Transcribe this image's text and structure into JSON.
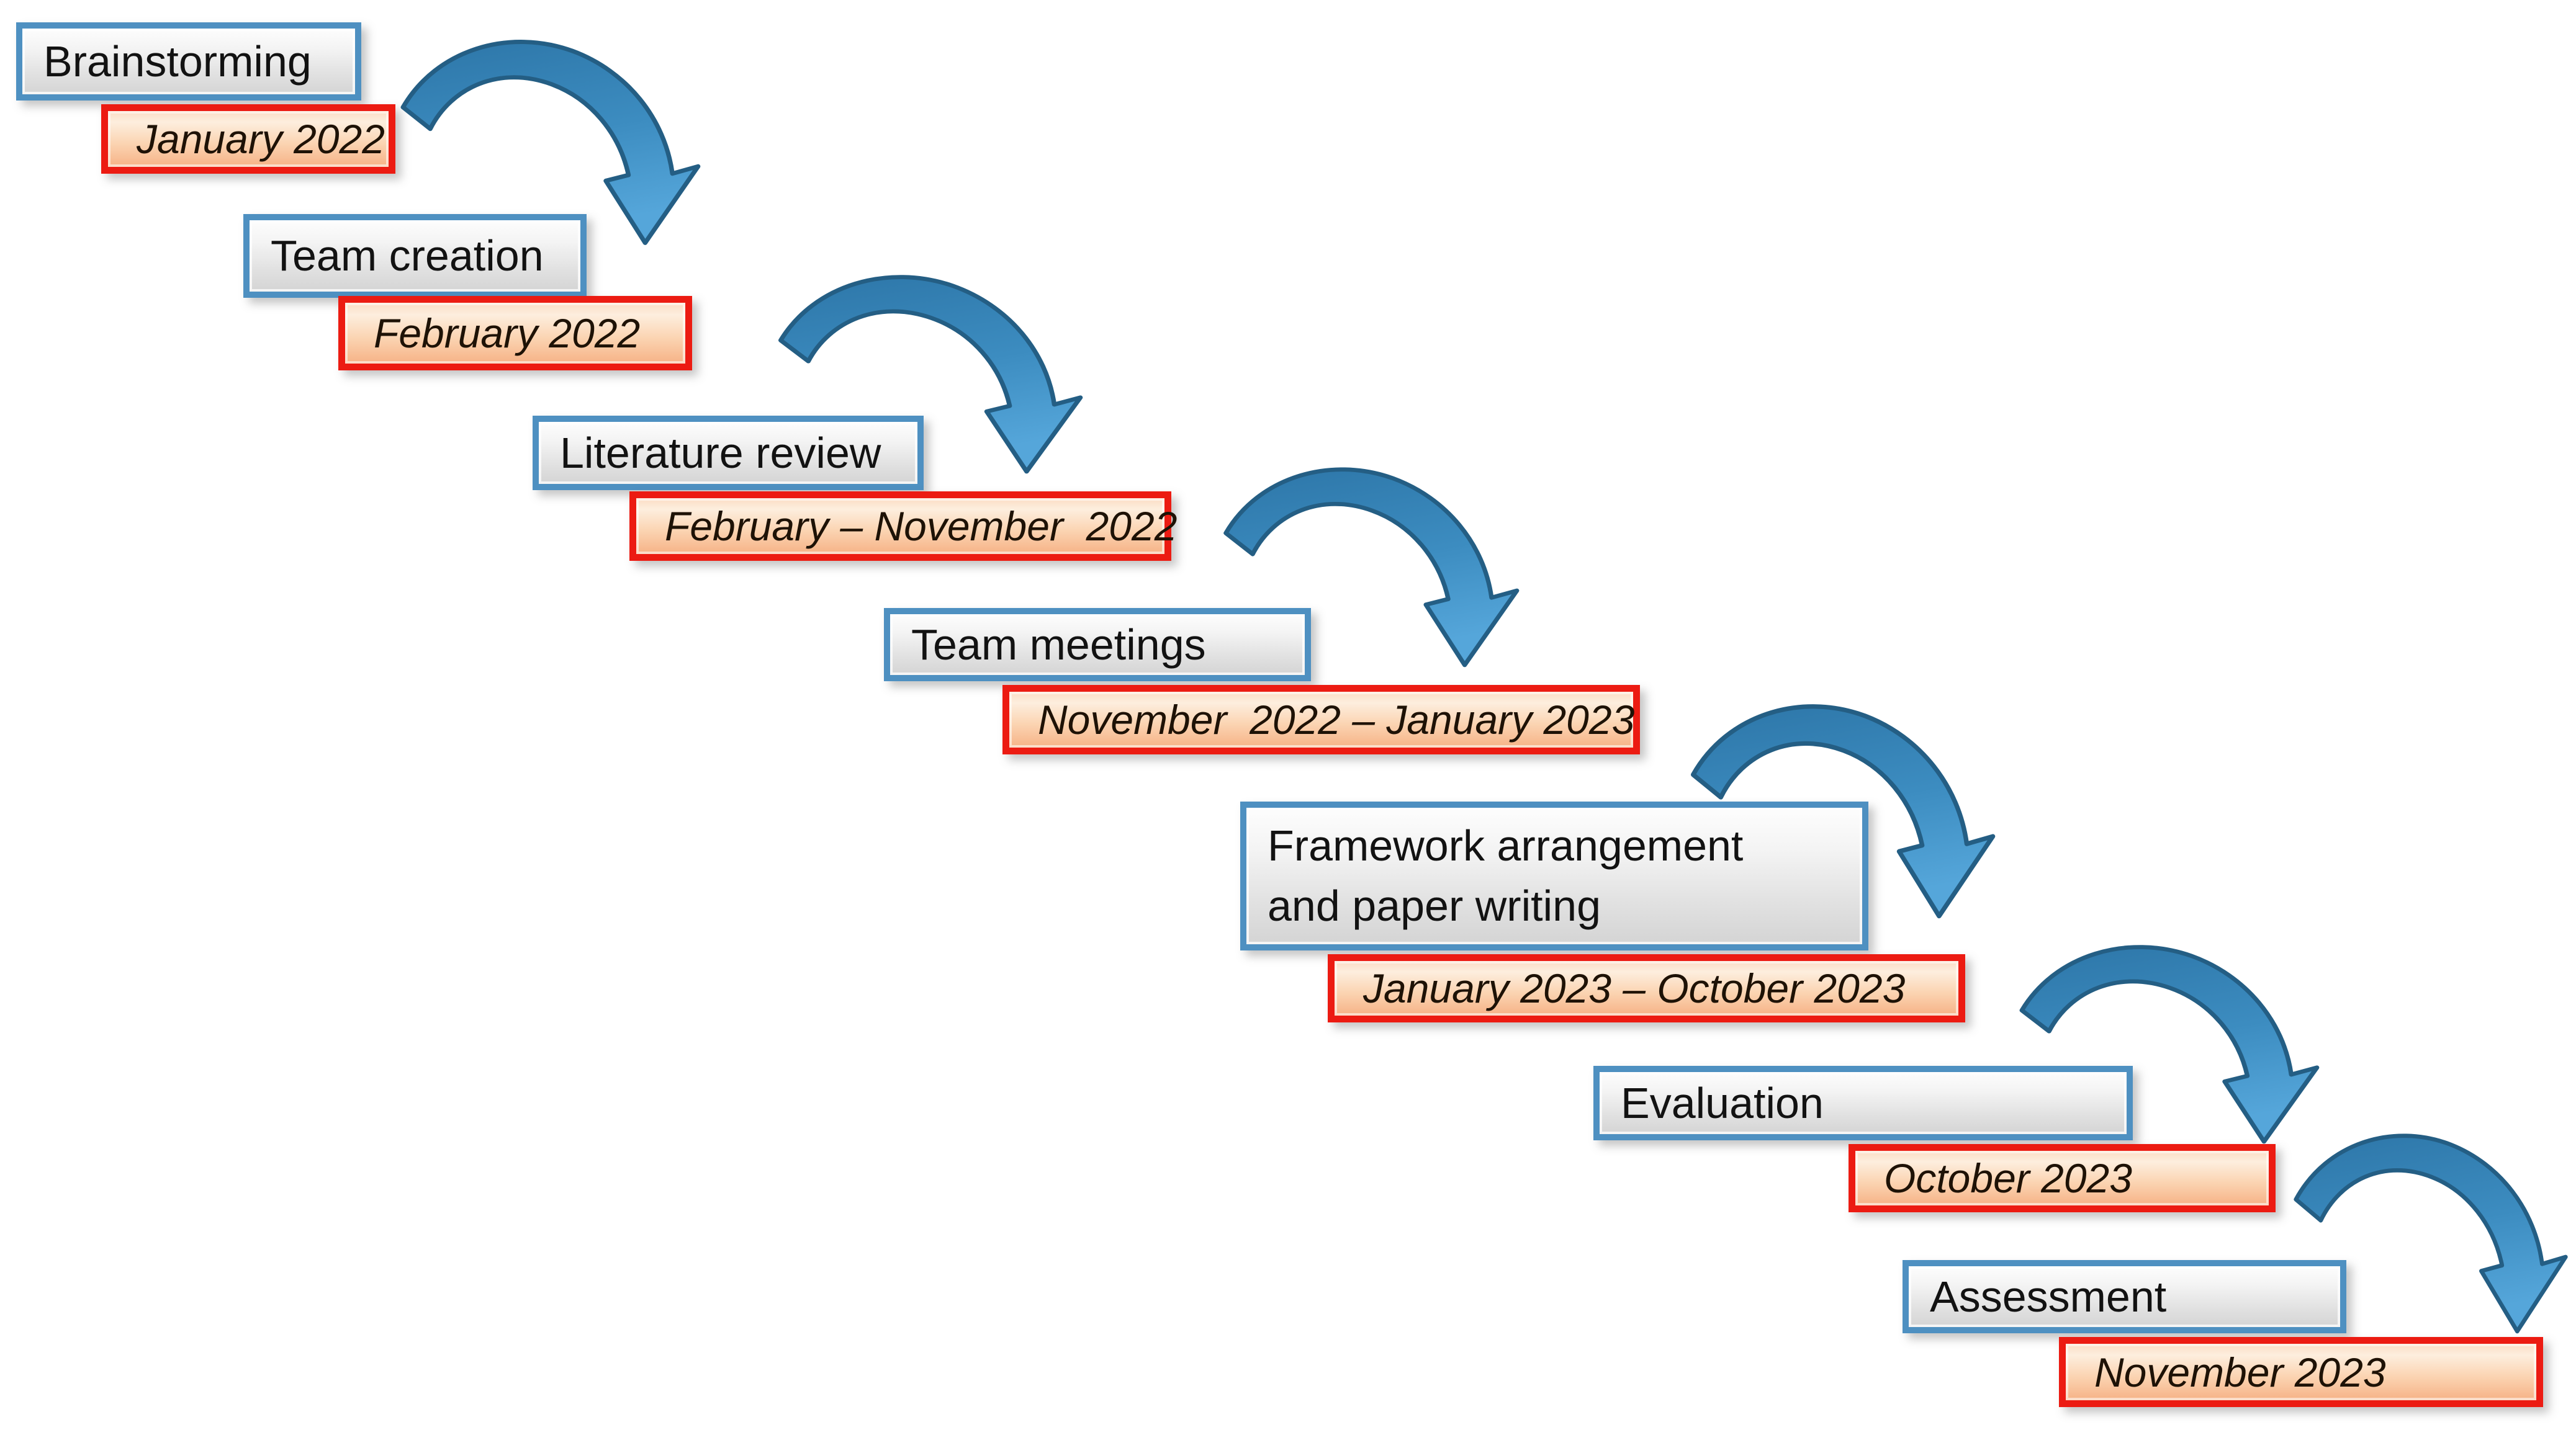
{
  "diagram": {
    "type": "timeline-flow",
    "background": "#ffffff",
    "stage_count": 7,
    "connector_count": 6,
    "connector_icon": "curved-down-right-arrow-icon"
  },
  "stages": [
    {
      "id": "brainstorming",
      "label": "Brainstorming",
      "date": "January 2022"
    },
    {
      "id": "team-creation",
      "label": "Team creation",
      "date": "February 2022"
    },
    {
      "id": "literature-review",
      "label": "Literature review",
      "date": "February – November  2022"
    },
    {
      "id": "team-meetings",
      "label": "Team meetings",
      "date": "November  2022 – January 2023"
    },
    {
      "id": "framework-writing",
      "label": "Framework arrangement and paper writing",
      "date": "January 2023 – October 2023"
    },
    {
      "id": "evaluation",
      "label": "Evaluation",
      "date": "October 2023"
    },
    {
      "id": "assessment",
      "label": "Assessment",
      "date": "November 2023"
    }
  ],
  "colors": {
    "stage_border": "#4e90c1",
    "stage_fill_top": "#fbfbfb",
    "stage_fill_bottom": "#d4d4d4",
    "date_border": "#ec1b12",
    "date_fill_top": "#fbdcc4",
    "date_fill_bottom": "#f6b286",
    "arrow_fill_dark": "#2d76a8",
    "arrow_fill_light": "#55a6da",
    "arrow_outline": "#245e84",
    "text": "#121212"
  }
}
